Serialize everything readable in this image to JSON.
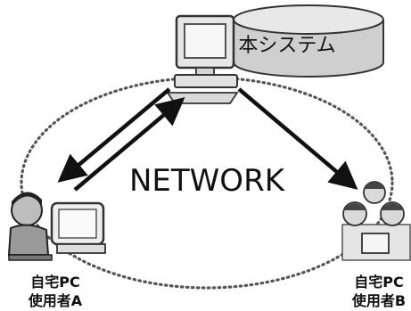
{
  "system": {
    "label": "本システム"
  },
  "network": {
    "label": "NETWORK"
  },
  "user_a": {
    "line1": "自宅PC",
    "line2": "使用者A"
  },
  "user_b": {
    "line1": "自宅PC",
    "line2": "使用者B"
  },
  "colors": {
    "ring": "#555555",
    "ink": "#111111",
    "db_fill": "#cfcfcf",
    "pc_fill": "#e6e6e6"
  }
}
